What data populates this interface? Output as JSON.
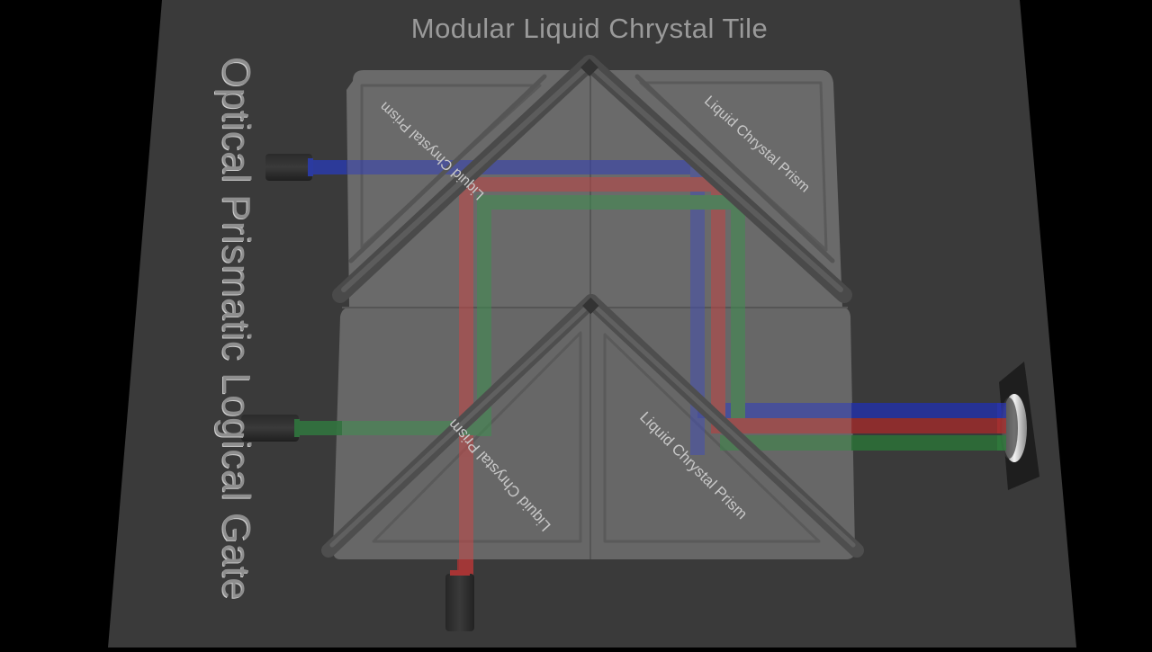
{
  "scene": {
    "background_color": "#000000",
    "plate_color": "#3a3a3a",
    "tile_color": "#6a6a6a"
  },
  "titles": {
    "top": "Modular Liquid Chrystal Tile",
    "side": "Optical Prismatic Logical Gate"
  },
  "prisms": [
    {
      "position": "top-left",
      "label": "Liquid Chrystal Prism",
      "orientation": "inverted"
    },
    {
      "position": "top-right",
      "label": "Liquid Chrystal Prism",
      "orientation": "normal"
    },
    {
      "position": "bottom-left",
      "label": "Liquid Chrystal Prism",
      "orientation": "inverted"
    },
    {
      "position": "bottom-right",
      "label": "Liquid Chrystal Prism",
      "orientation": "normal"
    }
  ],
  "emitters": [
    {
      "name": "blue-emitter",
      "color": "#2b3fa8",
      "beam": "blue"
    },
    {
      "name": "green-emitter",
      "color": "#3f8a4a",
      "beam": "green"
    },
    {
      "name": "red-emitter",
      "color": "#b03a3a",
      "beam": "red"
    }
  ],
  "beams": {
    "blue": "#3540b0",
    "red": "#c04545",
    "green": "#3f9050"
  },
  "detector": {
    "name": "output-detector",
    "beams_received": [
      "blue",
      "red",
      "green"
    ]
  }
}
